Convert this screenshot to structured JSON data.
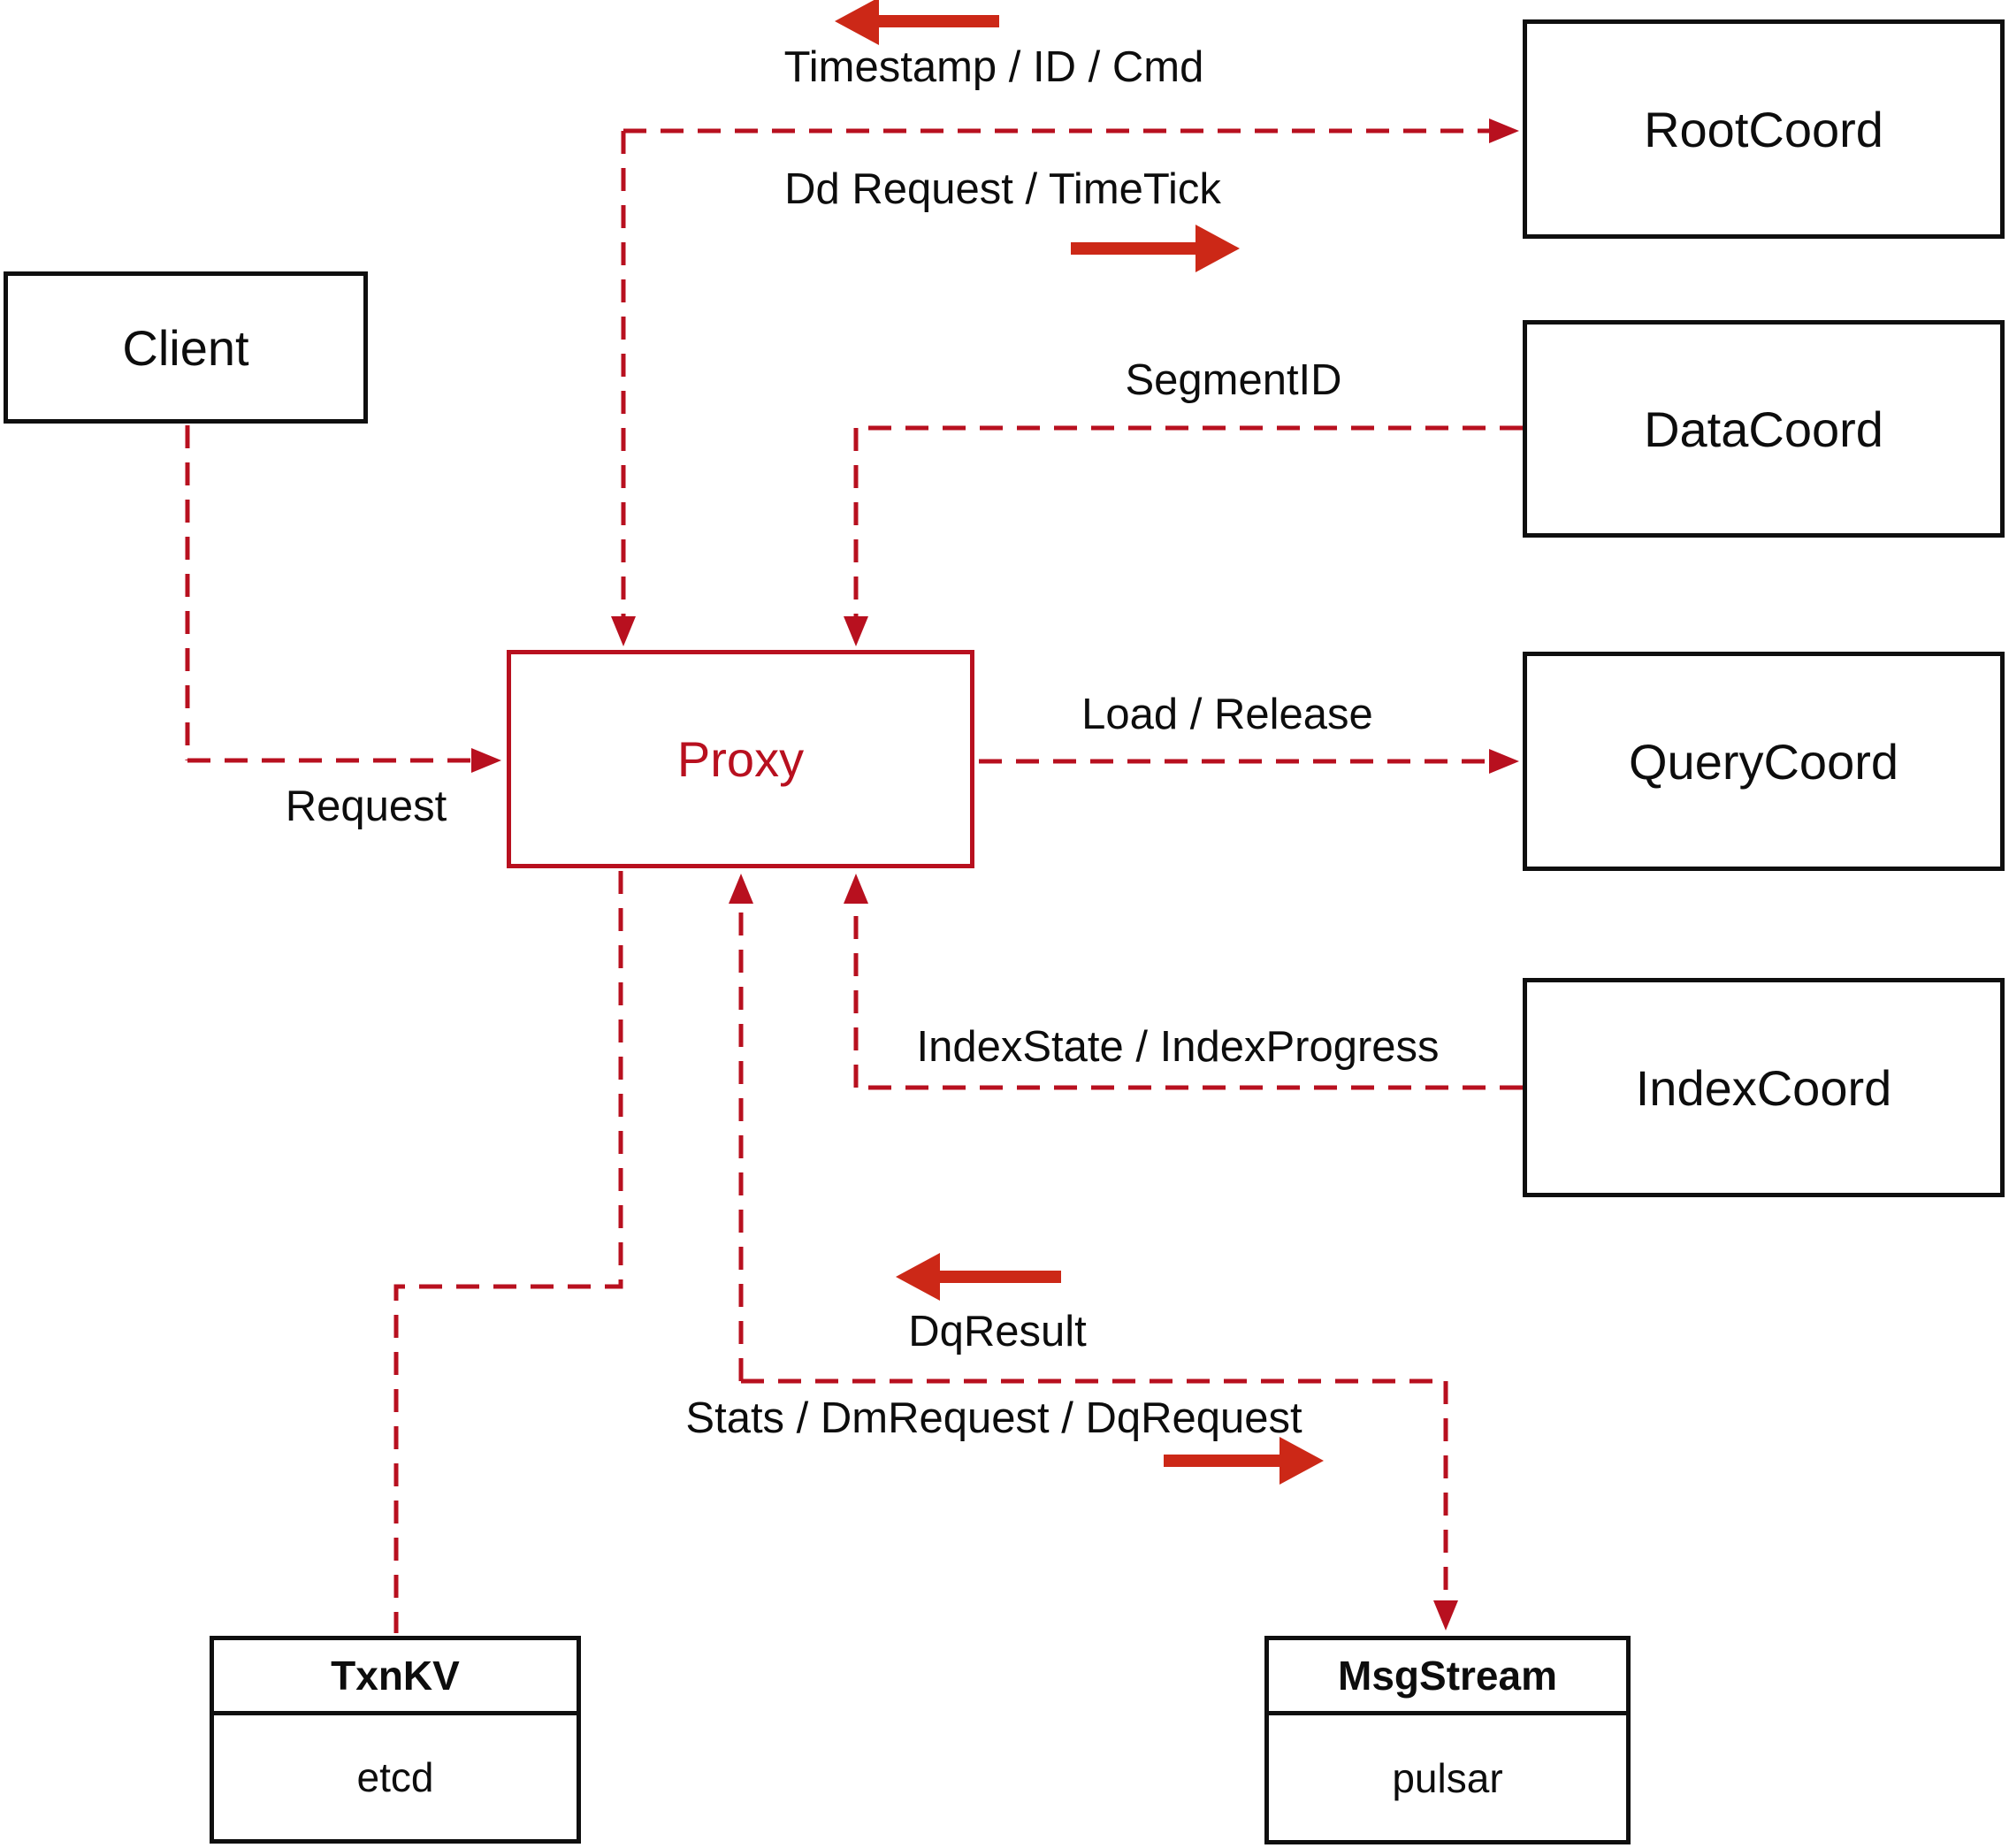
{
  "nodes": {
    "client": {
      "label": "Client"
    },
    "proxy": {
      "label": "Proxy"
    },
    "rootcoord": {
      "label": "RootCoord"
    },
    "datacoord": {
      "label": "DataCoord"
    },
    "querycoord": {
      "label": "QueryCoord"
    },
    "indexcoord": {
      "label": "IndexCoord"
    },
    "txnkv": {
      "title": "TxnKV",
      "value": "etcd"
    },
    "msgstream": {
      "title": "MsgStream",
      "value": "pulsar"
    }
  },
  "labels": {
    "timestamp": "Timestamp / ID / Cmd",
    "dd_request": "Dd Request / TimeTick",
    "segment_id": "SegmentID",
    "request": "Request",
    "load_release": "Load / Release",
    "index_state": "IndexState / IndexProgress",
    "dq_result": "DqResult",
    "stats": "Stats / DmRequest / DqRequest"
  },
  "colors": {
    "dashed_line": "#b8101f",
    "thick_arrow": "#cc2817",
    "node_border": "#0f0f0f",
    "proxy_accent": "#b8101f",
    "text": "#0d0d0d",
    "background": "#ffffff"
  }
}
